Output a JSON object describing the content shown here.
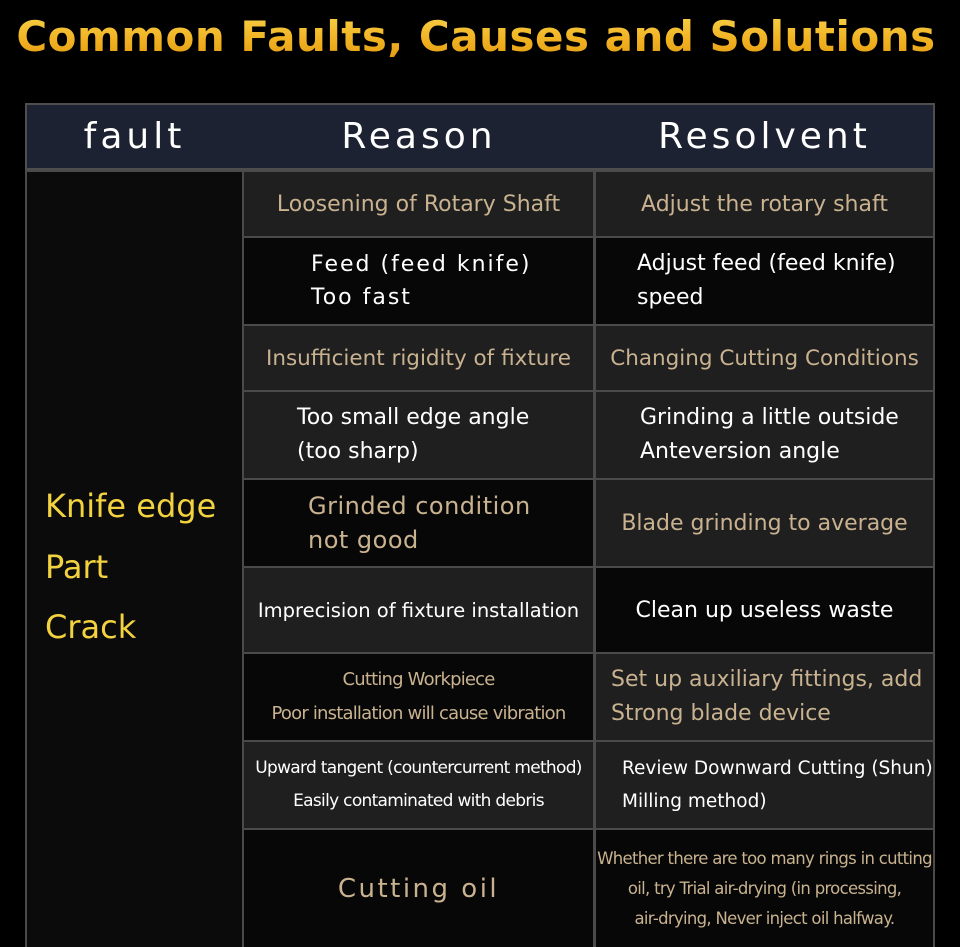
{
  "title": "Common Faults, Causes and Solutions",
  "headers": {
    "fault": "fault",
    "reason": "Reason",
    "resolvent": "Resolvent"
  },
  "fault": {
    "lines": [
      "Knife edge",
      "Part",
      "Crack"
    ]
  },
  "rows": [
    {
      "reason": [
        "Loosening of Rotary Shaft"
      ],
      "resolvent": [
        "Adjust the rotary shaft"
      ]
    },
    {
      "reason": [
        "Feed (feed knife)",
        "Too fast"
      ],
      "resolvent": [
        "Adjust feed (feed knife)",
        "speed"
      ]
    },
    {
      "reason": [
        "Insufficient rigidity of fixture"
      ],
      "resolvent": [
        "Changing Cutting Conditions"
      ]
    },
    {
      "reason": [
        "Too small edge angle",
        "(too sharp)"
      ],
      "resolvent": [
        "Grinding a little outside",
        "Anteversion angle"
      ]
    },
    {
      "reason": [
        "Grinded condition",
        "not good"
      ],
      "resolvent": [
        "Blade grinding to average"
      ]
    },
    {
      "reason": [
        "Imprecision of fixture installation"
      ],
      "resolvent": [
        "Clean up useless waste"
      ]
    },
    {
      "reason": [
        "Cutting Workpiece",
        "Poor installation will cause vibration"
      ],
      "resolvent": [
        "Set up auxiliary fittings, add",
        "Strong blade device"
      ]
    },
    {
      "reason": [
        "Upward tangent (countercurrent method)",
        "Easily contaminated with debris"
      ],
      "resolvent": [
        "Review Downward Cutting (Shun)",
        "Milling method)"
      ]
    },
    {
      "reason": [
        "Cutting oil"
      ],
      "resolvent": [
        "Whether there are too many rings in cutting",
        "oil, try Trial air-drying (in processing,",
        "air-drying, Never inject oil halfway."
      ]
    }
  ]
}
